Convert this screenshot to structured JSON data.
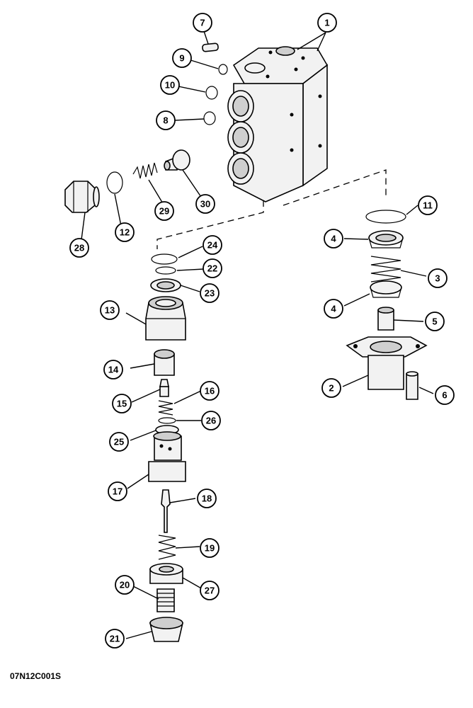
{
  "figure": {
    "code": "07N12C001S"
  },
  "callouts": [
    {
      "id": "c1",
      "label": "1"
    },
    {
      "id": "c2",
      "label": "2"
    },
    {
      "id": "c3",
      "label": "3"
    },
    {
      "id": "c4a",
      "label": "4"
    },
    {
      "id": "c4b",
      "label": "4"
    },
    {
      "id": "c5",
      "label": "5"
    },
    {
      "id": "c6",
      "label": "6"
    },
    {
      "id": "c7",
      "label": "7"
    },
    {
      "id": "c8",
      "label": "8"
    },
    {
      "id": "c9",
      "label": "9"
    },
    {
      "id": "c10",
      "label": "10"
    },
    {
      "id": "c11",
      "label": "11"
    },
    {
      "id": "c12",
      "label": "12"
    },
    {
      "id": "c13",
      "label": "13"
    },
    {
      "id": "c14",
      "label": "14"
    },
    {
      "id": "c15",
      "label": "15"
    },
    {
      "id": "c16",
      "label": "16"
    },
    {
      "id": "c17",
      "label": "17"
    },
    {
      "id": "c18",
      "label": "18"
    },
    {
      "id": "c19",
      "label": "19"
    },
    {
      "id": "c20",
      "label": "20"
    },
    {
      "id": "c21",
      "label": "21"
    },
    {
      "id": "c22",
      "label": "22"
    },
    {
      "id": "c23",
      "label": "23"
    },
    {
      "id": "c24",
      "label": "24"
    },
    {
      "id": "c25",
      "label": "25"
    },
    {
      "id": "c26",
      "label": "26"
    },
    {
      "id": "c27",
      "label": "27"
    },
    {
      "id": "c28",
      "label": "28"
    },
    {
      "id": "c29",
      "label": "29"
    },
    {
      "id": "c30",
      "label": "30"
    }
  ]
}
